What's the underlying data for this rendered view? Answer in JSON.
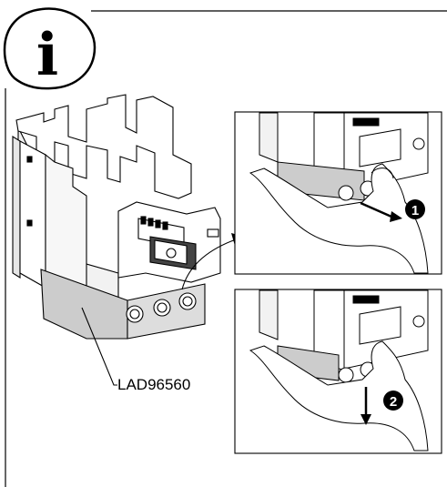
{
  "info_glyph": "i",
  "part_label": "LAD96560",
  "steps": [
    "1",
    "2"
  ],
  "icons": [
    "info-icon",
    "arrow-down-icon",
    "arrow-right-icon"
  ]
}
